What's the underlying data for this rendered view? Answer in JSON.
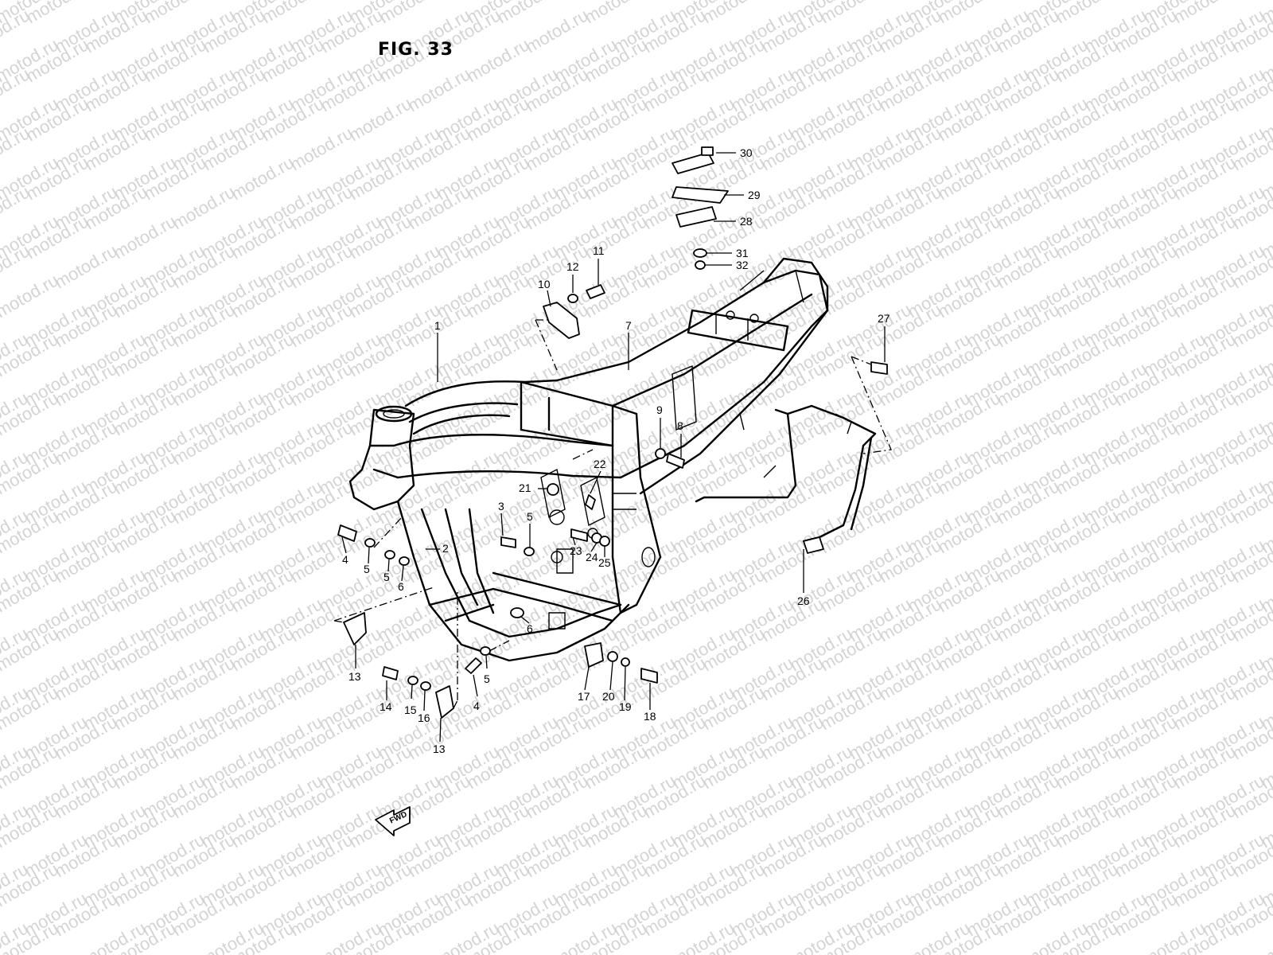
{
  "title": "FIG. 33",
  "watermark": "motod.ru",
  "fwd_label": "FWD",
  "callouts": {
    "c1": "1",
    "c2": "2",
    "c3": "3",
    "c4a": "4",
    "c4b": "4",
    "c5a": "5",
    "c5b": "5",
    "c5c": "5",
    "c5d": "5",
    "c6a": "6",
    "c6b": "6",
    "c7": "7",
    "c8": "8",
    "c9": "9",
    "c10": "10",
    "c11": "11",
    "c12": "12",
    "c13a": "13",
    "c13b": "13",
    "c14": "14",
    "c15": "15",
    "c16": "16",
    "c17": "17",
    "c18": "18",
    "c19": "19",
    "c20": "20",
    "c21": "21",
    "c22": "22",
    "c23": "23",
    "c24": "24",
    "c25": "25",
    "c26": "26",
    "c27": "27",
    "c28": "28",
    "c29": "29",
    "c30": "30",
    "c31": "31",
    "c32": "32"
  }
}
